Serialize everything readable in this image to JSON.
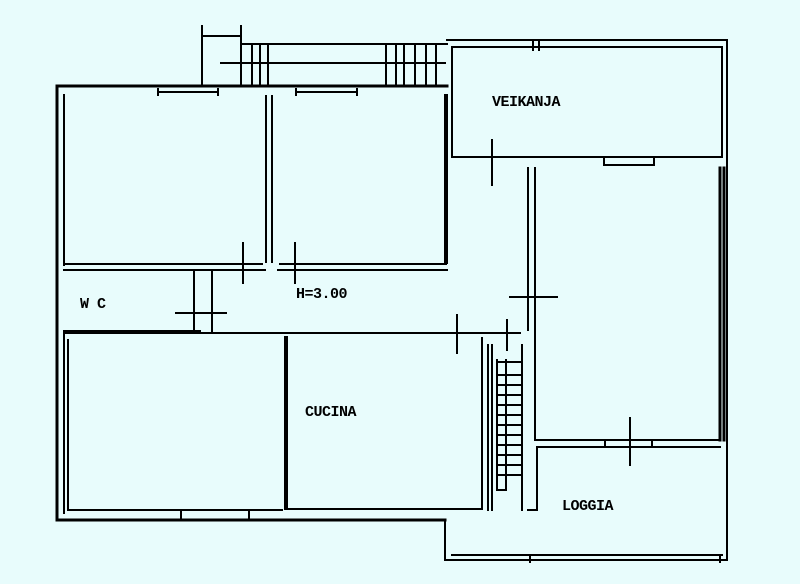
{
  "plan": {
    "background": "#e8fcfc",
    "line_color": "#000000",
    "rooms": [
      {
        "id": "veranda",
        "label": "VEIKANJA"
      },
      {
        "id": "wc",
        "label": "W C"
      },
      {
        "id": "corridor",
        "label": "H=3.00"
      },
      {
        "id": "kitchen",
        "label": "CUCINA"
      },
      {
        "id": "loggia",
        "label": "LOGGIA"
      }
    ]
  }
}
